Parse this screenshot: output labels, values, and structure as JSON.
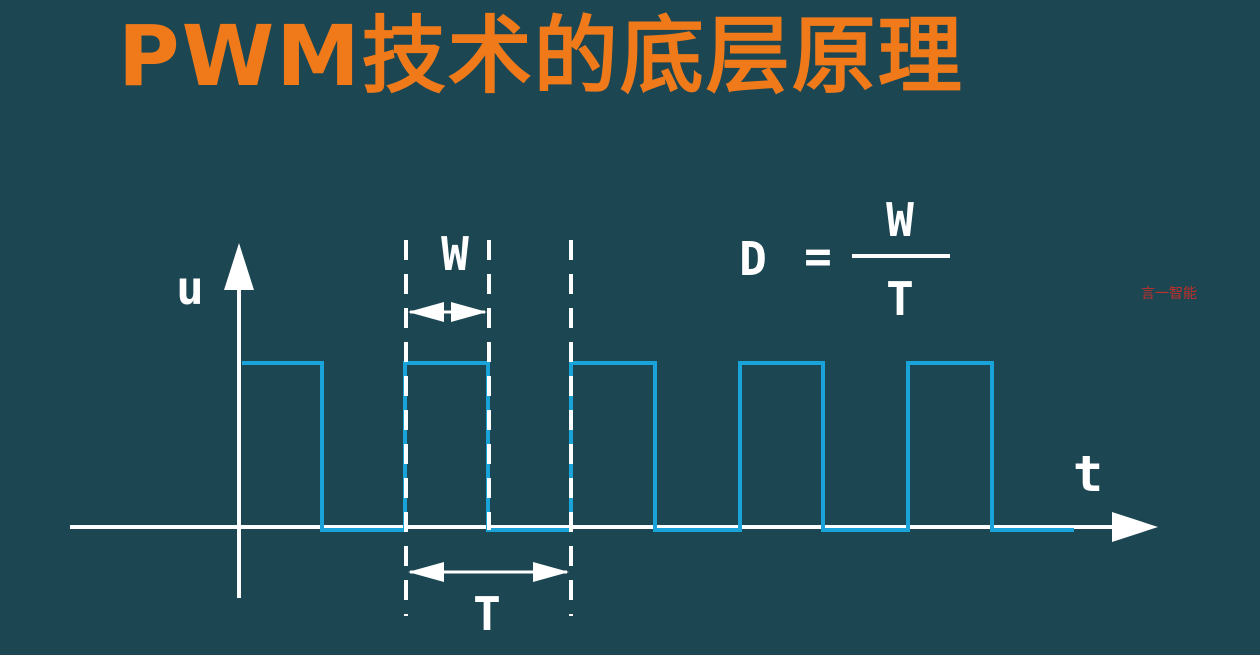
{
  "title": "PWM技术的底层原理",
  "watermark": "言一智能",
  "diagram": {
    "axis_y_label": "u",
    "axis_x_label": "t",
    "pulse_width_label": "W",
    "period_label": "T",
    "formula": {
      "lhs": "D",
      "equals": "=",
      "numerator": "W",
      "denominator": "T"
    },
    "pulse_count": 5
  },
  "colors": {
    "background": "#1c4652",
    "title": "#f07a1a",
    "waveform": "#1aa3d8",
    "axes": "#ffffff",
    "watermark": "#c0302a"
  }
}
